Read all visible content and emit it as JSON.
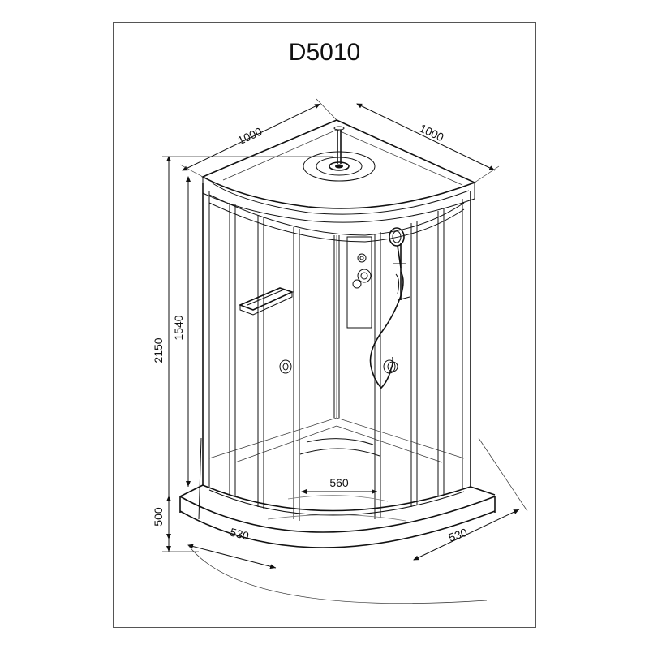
{
  "title": "D5010",
  "dimensions": {
    "width_left": "1000",
    "width_right": "1000",
    "total_height": "2150",
    "cabin_height": "1540",
    "tray_height": "500",
    "tray_side_left": "530",
    "tray_side_right": "530",
    "door_width": "560"
  },
  "colors": {
    "line": "#111111",
    "frame": "#555555"
  }
}
